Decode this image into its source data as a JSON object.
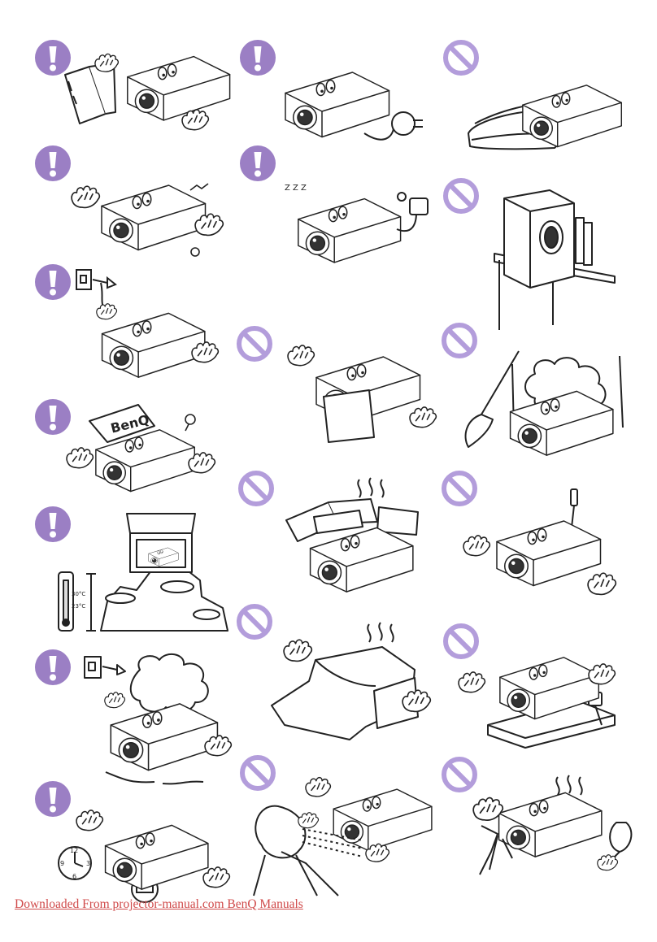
{
  "colors": {
    "badge_purple": "#9b7fc4",
    "badge_light": "#b39ddb",
    "line_art": "#222222",
    "footer_link": "#d04a4a"
  },
  "illustrations": {
    "box_logo_text": "BenQ",
    "temp_high": "30°C",
    "temp_low": "23°C",
    "clock_numbers": [
      "12",
      "3",
      "6",
      "9"
    ]
  },
  "footer": {
    "link_text": "Downloaded From projector-manual.com BenQ Manuals"
  }
}
